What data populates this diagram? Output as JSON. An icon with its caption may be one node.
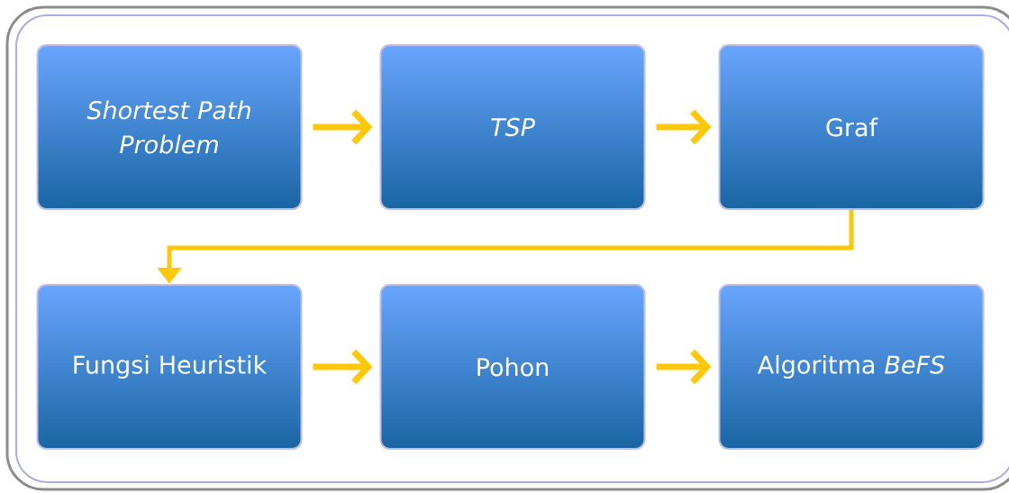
{
  "diagram": {
    "nodes": [
      {
        "text": [
          "Shortest Path Problem"
        ]
      },
      {
        "text": [
          "TSP"
        ]
      },
      {
        "text": [
          "Graf"
        ]
      },
      {
        "text": [
          "Fungsi Heuristik"
        ]
      },
      {
        "text": [
          "Pohon"
        ]
      },
      {
        "text": [
          "Algoritma *BeFS*"
        ]
      }
    ],
    "edges": [
      {
        "from": 0,
        "to": 1,
        "arrow": "to"
      },
      {
        "from": 1,
        "to": 2,
        "arrow": "to"
      },
      {
        "from": 2,
        "to": 3,
        "arrow": "to"
      },
      {
        "from": 3,
        "to": 4,
        "arrow": "to"
      },
      {
        "from": 4,
        "to": 5,
        "arrow": "to"
      }
    ]
  }
}
